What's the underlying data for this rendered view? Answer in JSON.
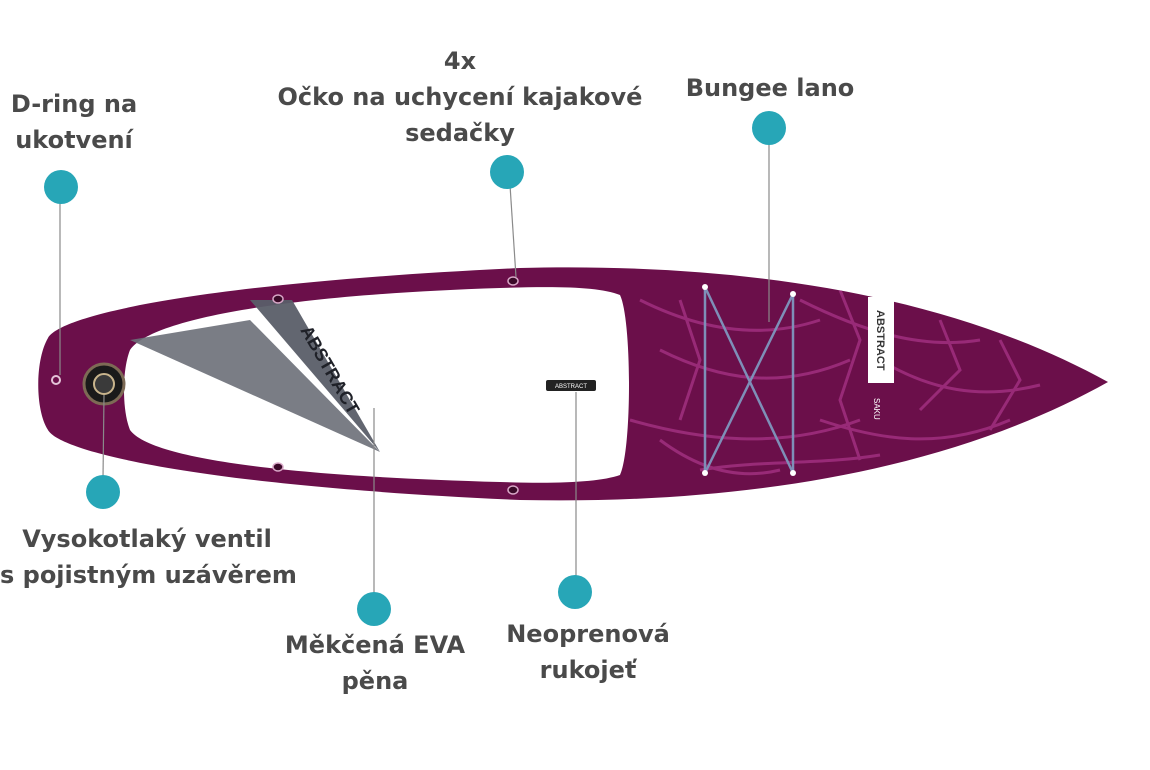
{
  "callouts": {
    "dring": {
      "line1": "D-ring na",
      "line2": "ukotvení"
    },
    "eyelet": {
      "line1": "4x",
      "line2": "Očko na uchycení kajakové",
      "line3": "sedačky"
    },
    "bungee": {
      "line1": "Bungee lano"
    },
    "valve": {
      "line1": "Vysokotlaký ventil",
      "line2": "s pojistným uzávěrem"
    },
    "eva": {
      "line1": "Měkčená EVA",
      "line2": "pěna"
    },
    "handle": {
      "line1": "Neoprenová",
      "line2": "rukojeť"
    }
  },
  "board": {
    "brand_text": "ABSTRACT",
    "model_text": "SAKU",
    "colors": {
      "deck": "#6b0f4a",
      "deck_pattern": "#a0307f",
      "pad": "#ffffff",
      "accent_grey": "#6b6f78",
      "callout": "#27a6b7",
      "bungee": "#7e8fb8"
    }
  }
}
